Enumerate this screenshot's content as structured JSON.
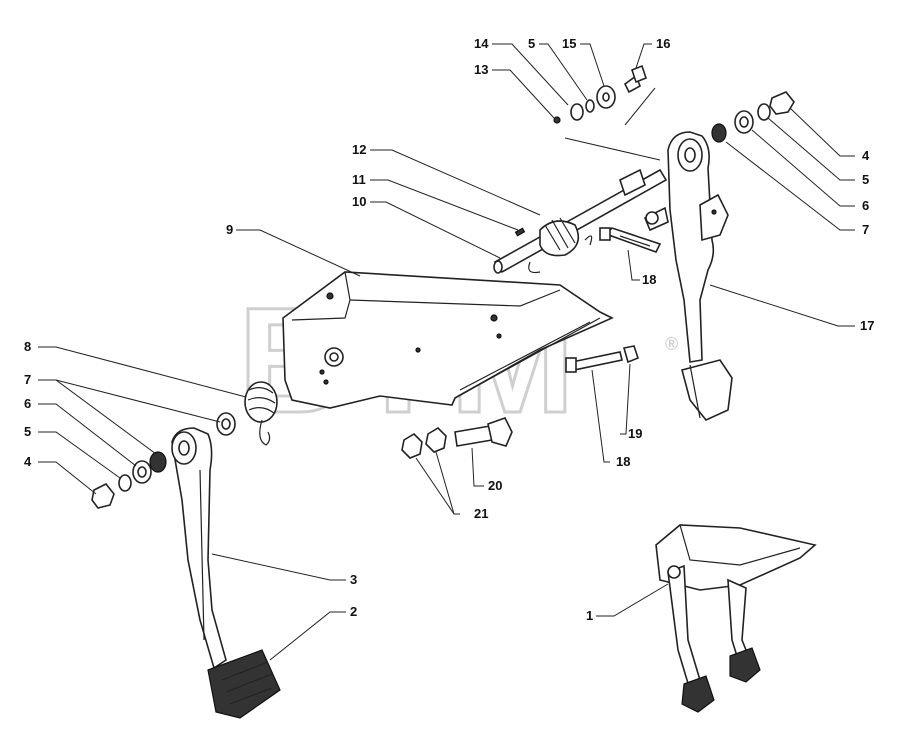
{
  "watermark": {
    "text": "BTM",
    "mark": "®"
  },
  "callouts": [
    {
      "id": "c14a",
      "label": "14"
    },
    {
      "id": "c5a",
      "label": "5"
    },
    {
      "id": "c15",
      "label": "15"
    },
    {
      "id": "c16",
      "label": "16"
    },
    {
      "id": "c13",
      "label": "13"
    },
    {
      "id": "c12",
      "label": "12"
    },
    {
      "id": "c11",
      "label": "11"
    },
    {
      "id": "c10",
      "label": "10"
    },
    {
      "id": "c9",
      "label": "9"
    },
    {
      "id": "c4a",
      "label": "4"
    },
    {
      "id": "c5b",
      "label": "5"
    },
    {
      "id": "c6a",
      "label": "6"
    },
    {
      "id": "c7a",
      "label": "7"
    },
    {
      "id": "c18a",
      "label": "18"
    },
    {
      "id": "c17",
      "label": "17"
    },
    {
      "id": "c8",
      "label": "8"
    },
    {
      "id": "c7b",
      "label": "7"
    },
    {
      "id": "c6b",
      "label": "6"
    },
    {
      "id": "c5c",
      "label": "5"
    },
    {
      "id": "c4b",
      "label": "4"
    },
    {
      "id": "c19",
      "label": "19"
    },
    {
      "id": "c18b",
      "label": "18"
    },
    {
      "id": "c20",
      "label": "20"
    },
    {
      "id": "c21",
      "label": "21"
    },
    {
      "id": "c3",
      "label": "3"
    },
    {
      "id": "c2",
      "label": "2"
    },
    {
      "id": "c1",
      "label": "1"
    }
  ]
}
